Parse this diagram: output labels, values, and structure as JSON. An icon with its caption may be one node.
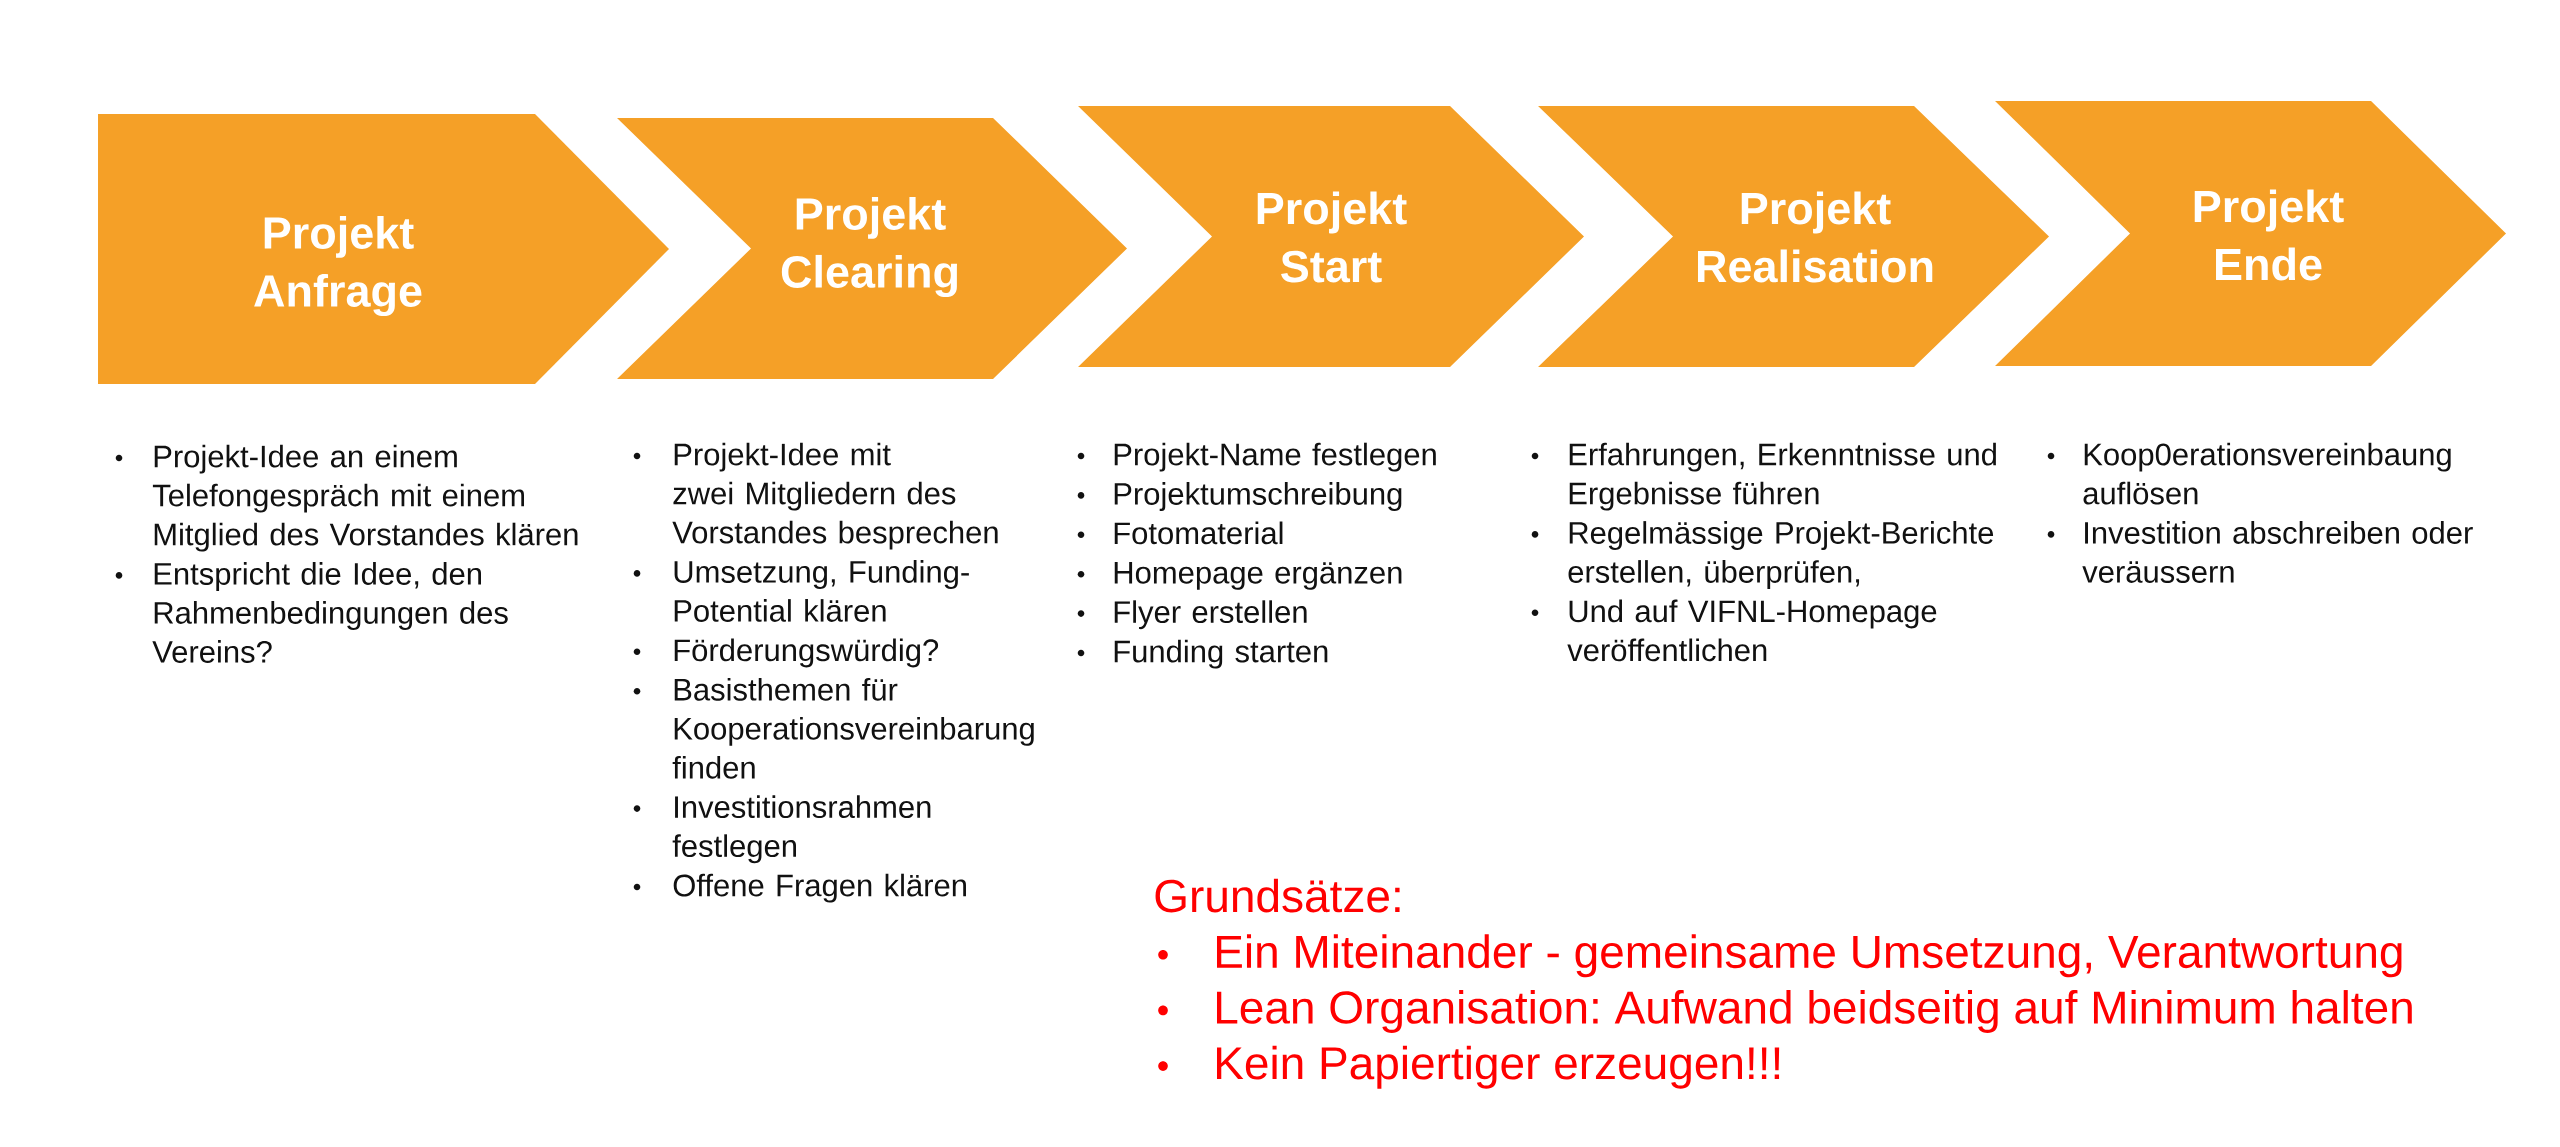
{
  "diagram": {
    "nodes": [
      {
        "text": [
          "Projekt Anfrage"
        ],
        "beside": [
          "Projekt-Idee an einem Telefongespräch mit einem Mitglied des Vorstandes klären",
          "Entspricht die Idee, den Rahmenbedingungen des Vereins?"
        ]
      },
      {
        "text": [
          "Projekt Clearing"
        ],
        "beside": [
          "Projekt-Idee mit zwei Mitgliedern des Vorstandes besprechen",
          "Umsetzung, Funding-Potential klären",
          "Förderungswürdig?",
          "Basisthemen für Kooperationsvereinbarung finden",
          "Investitionsrahmen festlegen",
          "Offene Fragen klären"
        ]
      },
      {
        "text": [
          "Projekt Start"
        ],
        "beside": [
          "Projekt-Name festlegen",
          "Projektumschreibung",
          "Fotomaterial",
          "Homepage ergänzen",
          "Flyer erstellen",
          "Funding starten"
        ]
      },
      {
        "text": [
          "Projekt Realisation"
        ],
        "beside": [
          "Erfahrungen, Erkenntnisse und Ergebnisse führen",
          "Regelmässige Projekt-Berichte erstellen, überprüfen,",
          "Und auf VIFNL-Homepage veröffentlichen"
        ]
      },
      {
        "text": [
          "Projekt Ende"
        ],
        "beside": [
          "Koop0erationsvereinbaung auflösen",
          "Investition abschreiben oder veräussern"
        ]
      }
    ],
    "labels": [
      "Grundsätze:",
      "Ein Miteinander - gemeinsame Umsetzung, Verantwortung",
      "Lean Organisation: Aufwand beidseitig auf Minimum halten",
      "Kein Papiertiger erzeugen!!!"
    ]
  }
}
